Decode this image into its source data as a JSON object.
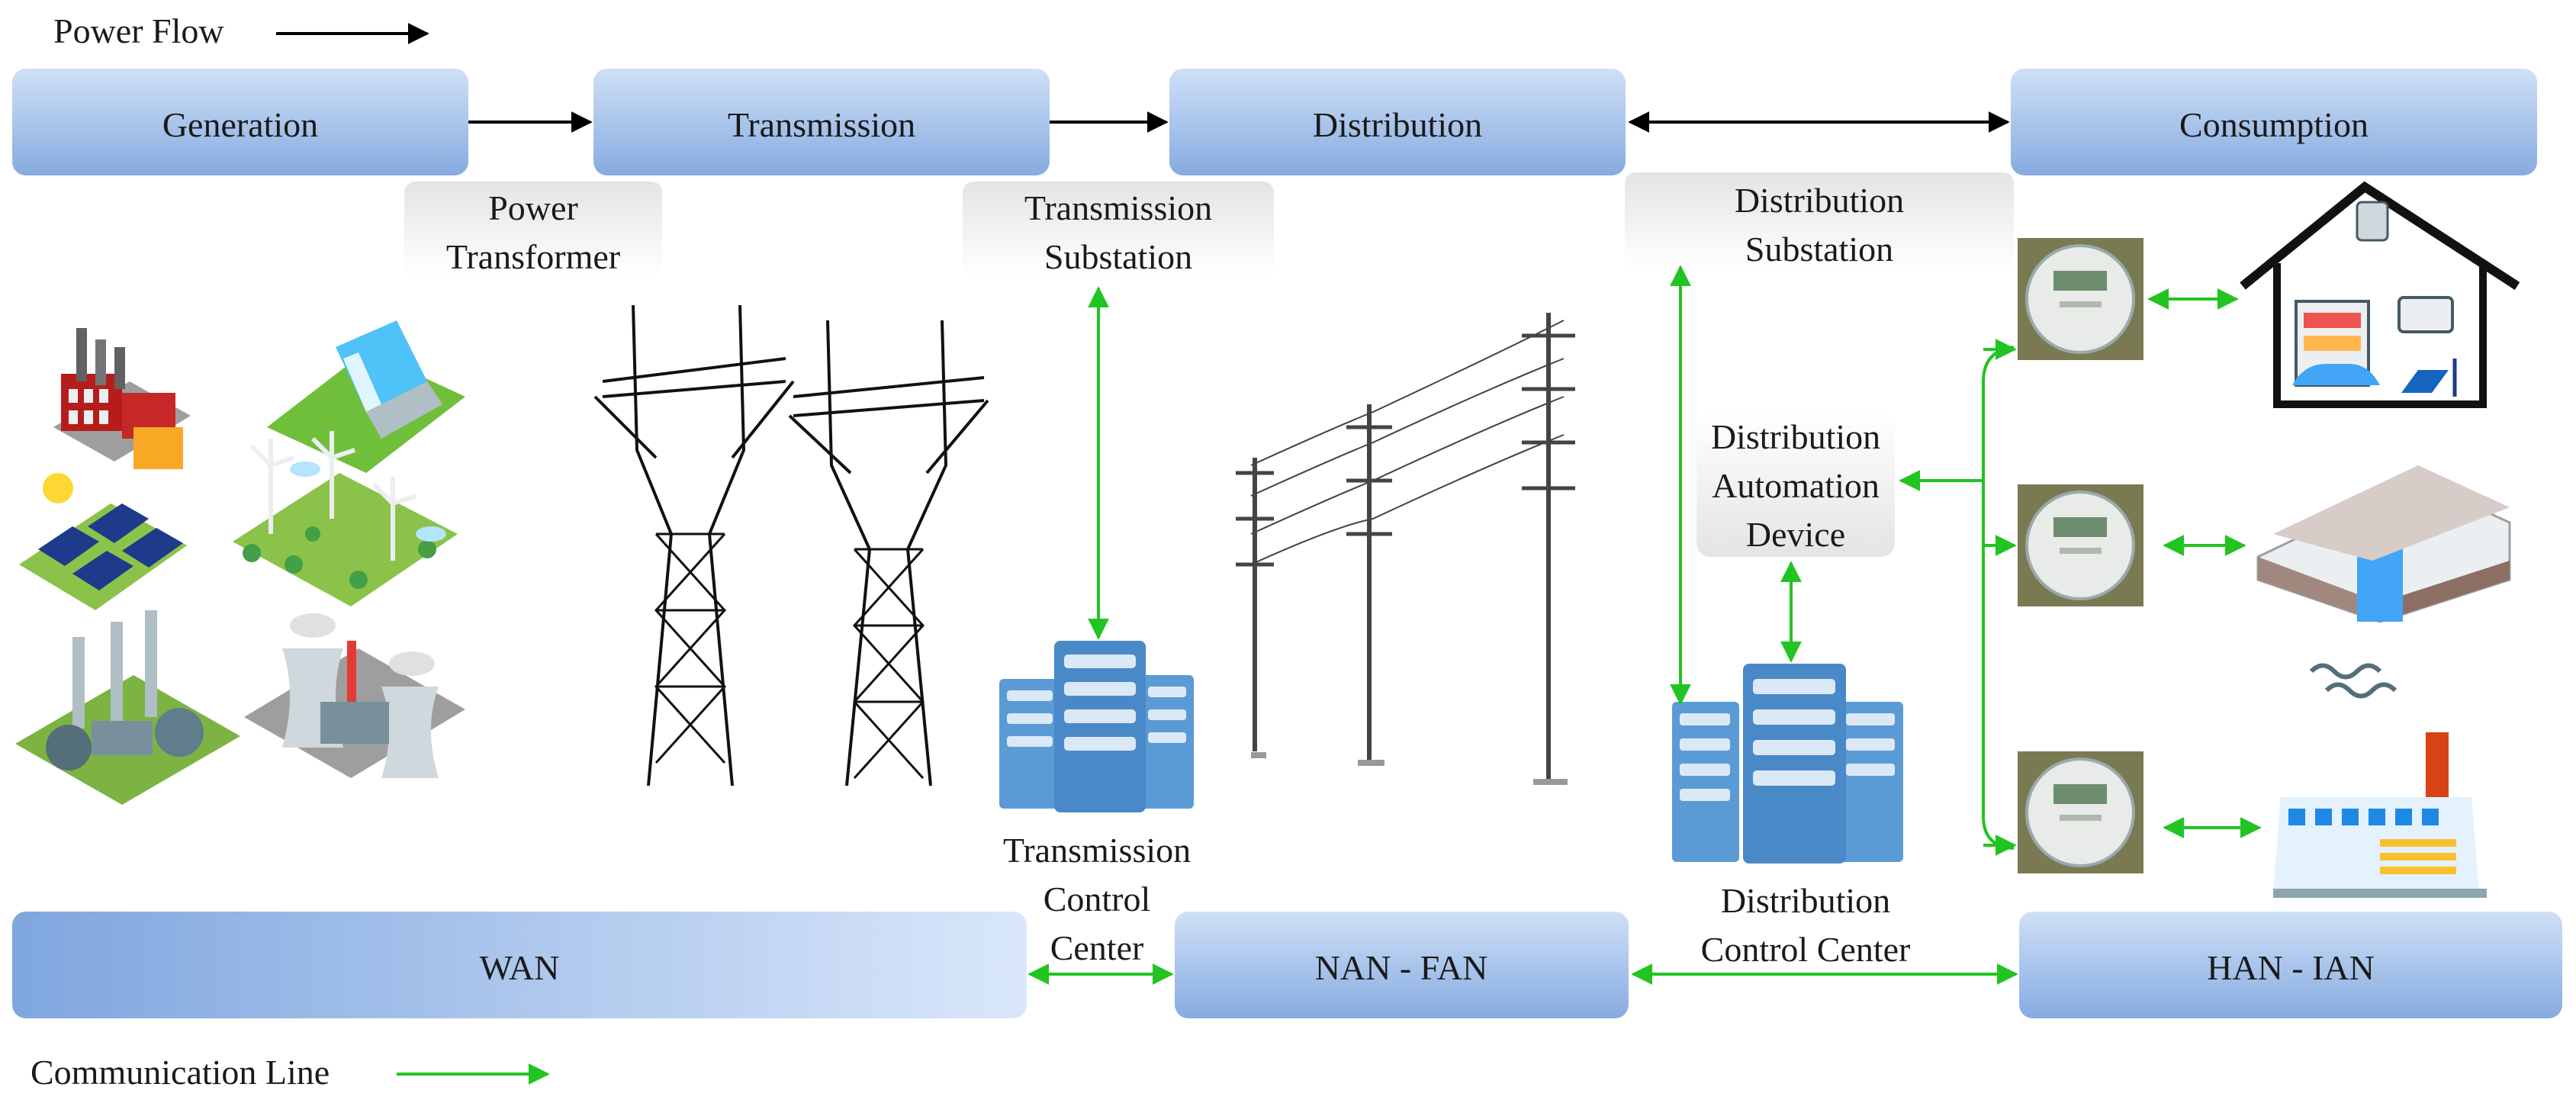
{
  "legend": {
    "power_flow": "Power Flow",
    "communication_line": "Communication Line"
  },
  "stages": {
    "generation": "Generation",
    "transmission": "Transmission",
    "distribution": "Distribution",
    "consumption": "Consumption"
  },
  "labels": {
    "power_transformer": [
      "Power",
      "Transformer"
    ],
    "transmission_substation": [
      "Transmission",
      "Substation"
    ],
    "distribution_substation": [
      "Distribution",
      "Substation"
    ],
    "distribution_automation_device": [
      "Distribution",
      "Automation",
      "Device"
    ],
    "transmission_control_center": [
      "Transmission",
      "Control",
      "Center"
    ],
    "distribution_control_center": [
      "Distribution",
      "Control Center"
    ]
  },
  "networks": {
    "wan": "WAN",
    "nan_fan": "NAN - FAN",
    "han_ian": "HAN - IAN"
  },
  "colors": {
    "power_arrow": "#000000",
    "communication_arrow": "#22c422",
    "box_top": "#c8dcf6",
    "box_bottom": "#7fa6df",
    "server": "#5b9bd5"
  }
}
